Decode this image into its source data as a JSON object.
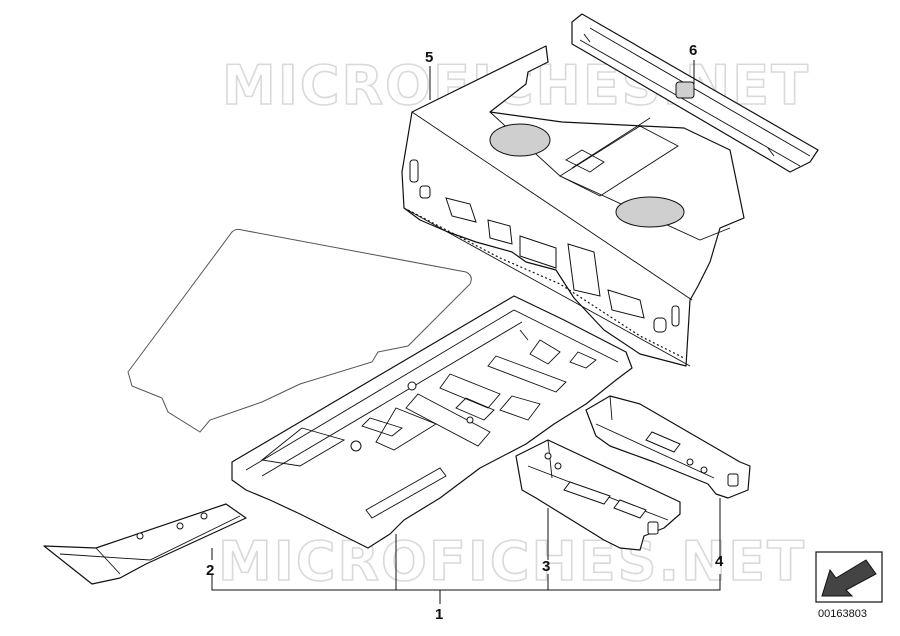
{
  "watermark": {
    "top": "MICROFICHES.NET",
    "bottom": "MICROFICHES.NET"
  },
  "callouts": {
    "p1": "1",
    "p2": "2",
    "p3": "3",
    "p4": "4",
    "p5": "5",
    "p6": "6"
  },
  "reference": {
    "number": "00163803",
    "icon": "arrow-icon"
  }
}
